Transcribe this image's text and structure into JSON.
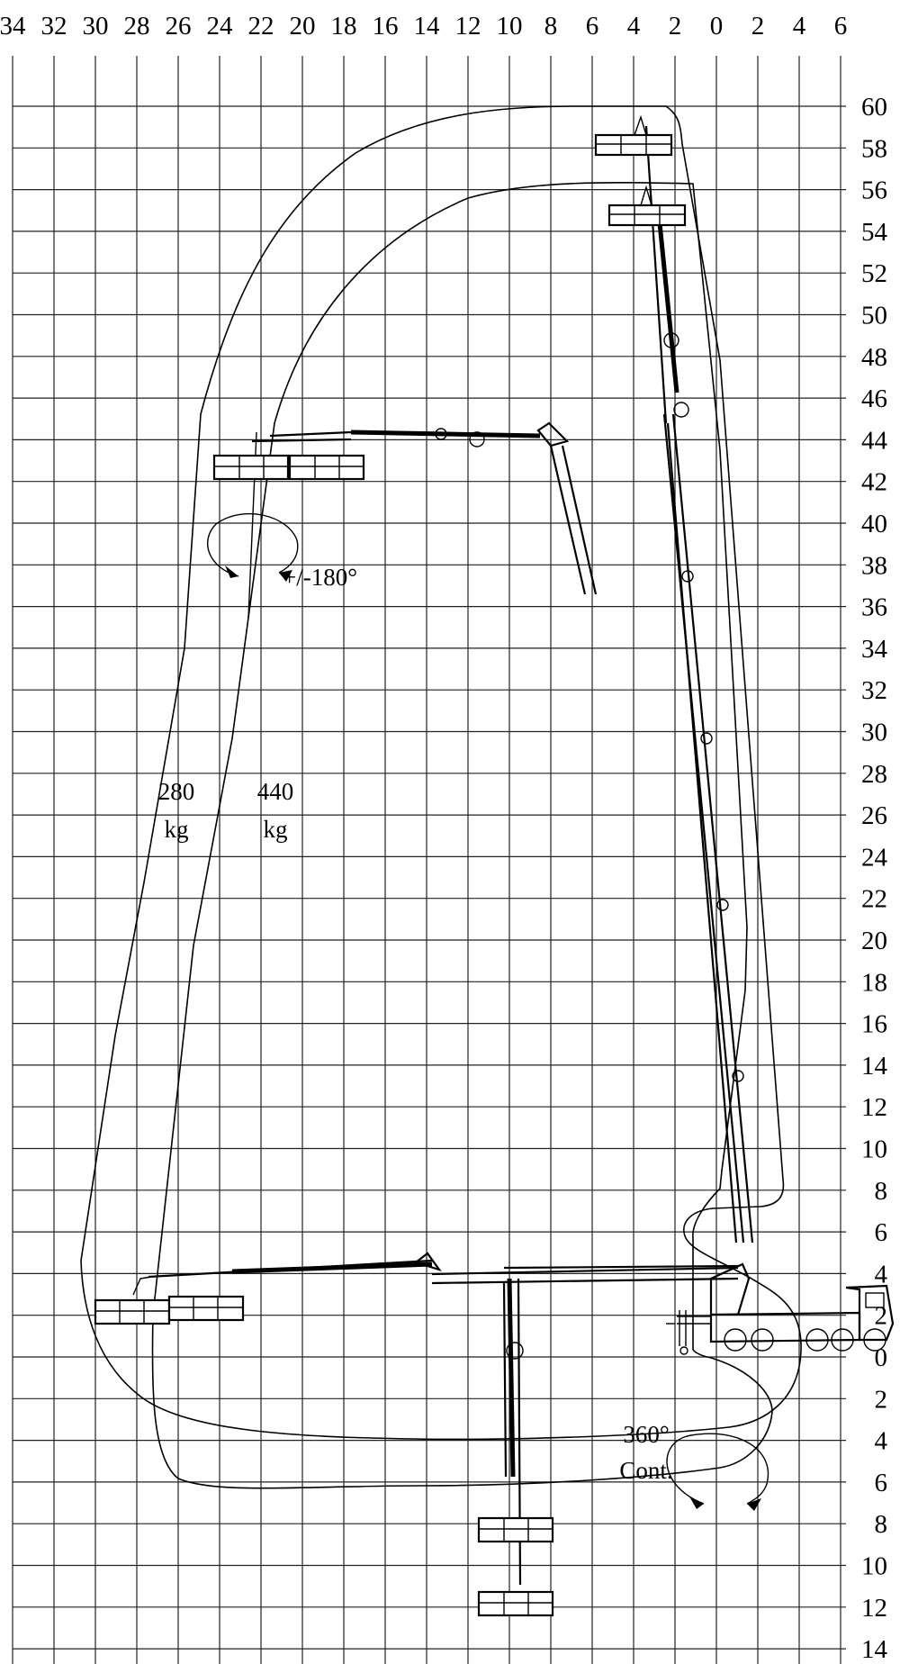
{
  "chart_data": {
    "type": "working-range diagram",
    "x_ticks": [
      "34",
      "32",
      "30",
      "28",
      "26",
      "24",
      "22",
      "20",
      "18",
      "16",
      "14",
      "12",
      "10",
      "8",
      "6",
      "4",
      "2",
      "0",
      "2",
      "4",
      "6"
    ],
    "y_ticks": [
      "60",
      "58",
      "56",
      "54",
      "52",
      "50",
      "48",
      "46",
      "44",
      "42",
      "40",
      "38",
      "36",
      "34",
      "32",
      "30",
      "28",
      "26",
      "24",
      "22",
      "20",
      "18",
      "16",
      "14",
      "12",
      "10",
      "8",
      "6",
      "4",
      "2",
      "0",
      "2",
      "4",
      "6",
      "8",
      "10",
      "12",
      "14"
    ],
    "grid": true,
    "annotations": {
      "load_outer": "280",
      "load_outer_unit": "kg",
      "load_inner": "440",
      "load_inner_unit": "kg",
      "basket_rotation": "+/-180°",
      "turret_rotation_value": "360°",
      "turret_rotation_text": "Cont."
    }
  }
}
